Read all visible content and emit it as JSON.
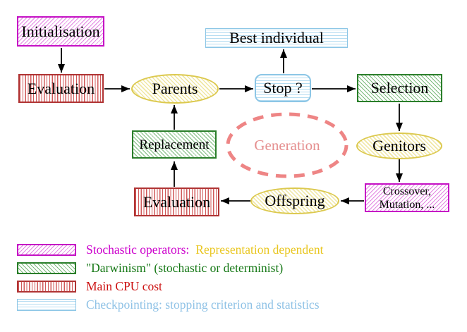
{
  "diagram": {
    "title": "evolutionary-algorithm-generation-loop",
    "nodes": {
      "initialisation": "Initialisation",
      "evaluation_top": "Evaluation",
      "parents": "Parents",
      "best_individual": "Best individual",
      "stop": "Stop ?",
      "selection": "Selection",
      "genitors": "Genitors",
      "crossover_line1": "Crossover,",
      "crossover_line2": "Mutation, ...",
      "offspring": "Offspring",
      "evaluation_bottom": "Evaluation",
      "replacement": "Replacement",
      "generation": "Generation"
    },
    "legend": {
      "items": [
        {
          "swatch": "magenta-diagonal-hatch",
          "label": "Stochastic operators:",
          "label_color": "#CC00CC",
          "label2": "Representation dependent",
          "label2_color": "#E9C61F"
        },
        {
          "swatch": "green-diagonal-hatch",
          "label": "\"Darwinism\" (stochastic or determinist)",
          "label_color": "#157815"
        },
        {
          "swatch": "red-vertical-line-hatch",
          "label": "Main CPU cost",
          "label_color": "#CC1111"
        },
        {
          "swatch": "cyan-horizontal-line-hatch",
          "label": "Checkpointing: stopping criterion and statistics",
          "label_color": "#8FC2E6"
        }
      ]
    },
    "colors": {
      "stochastic_magenta": "#C511C5",
      "darwinism_green": "#2A7E2A",
      "cpu_red": "#B03434",
      "checkpoint_cyan": "#8CC6E6",
      "population_yellow": "#DCC94F",
      "generation_salmon": "#EE8585",
      "arrow_black": "#000000",
      "background": "#FFFFFF"
    }
  }
}
